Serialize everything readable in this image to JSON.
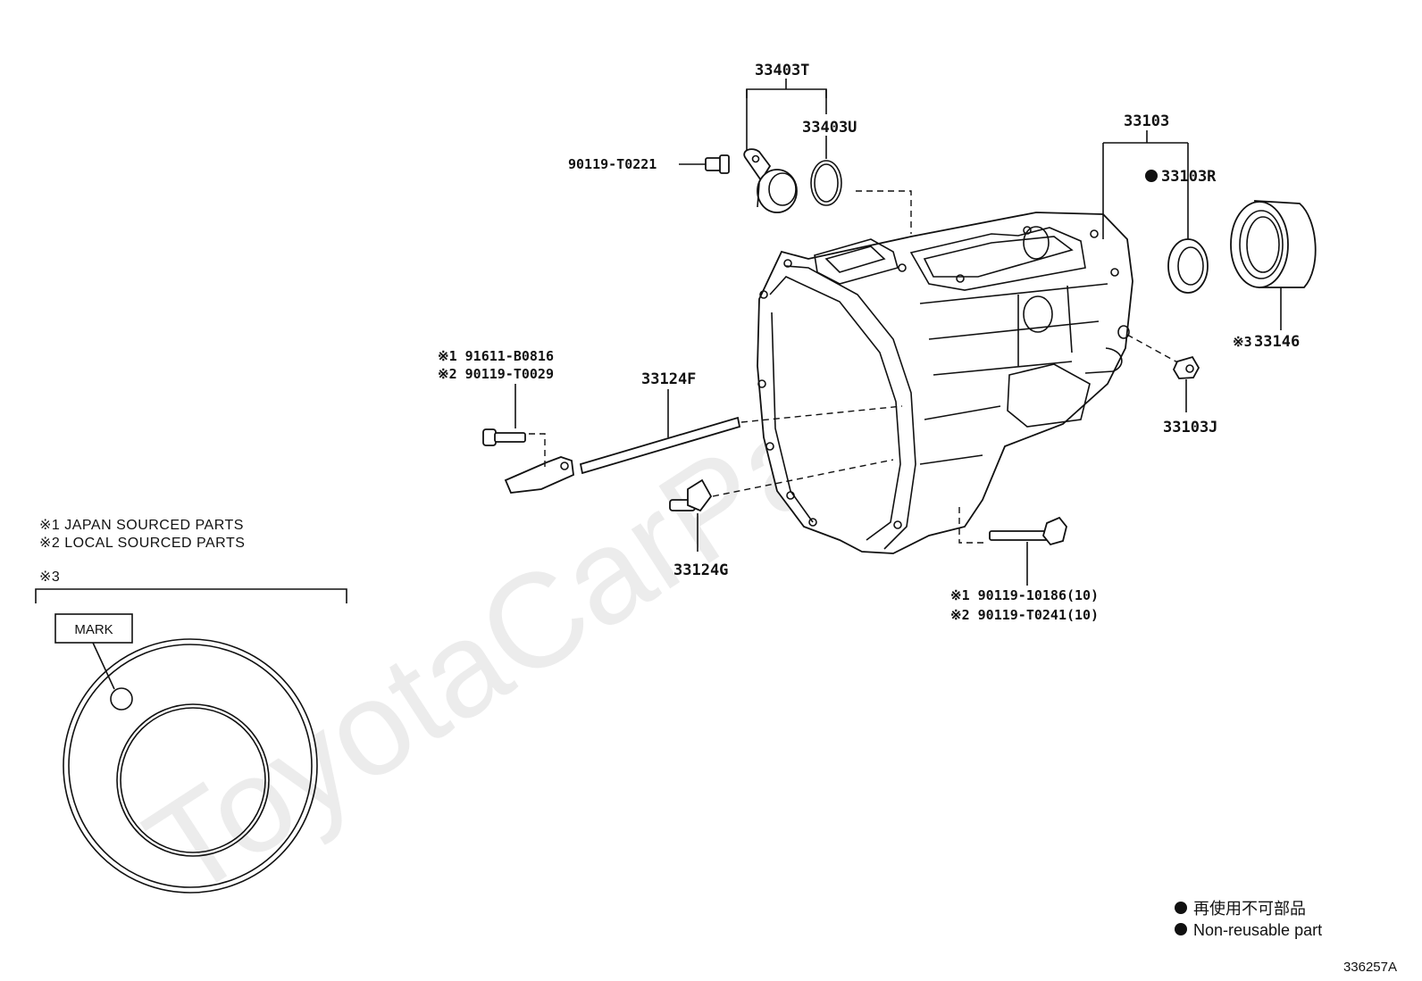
{
  "watermark": "ToyotaCarPar.ru",
  "parts": {
    "p33403T": "33403T",
    "p33403U": "33403U",
    "p90119_T0221": "90119-T0221",
    "p33103": "33103",
    "p33103R": "33103R",
    "p33146": "33146",
    "p33146_prefix": "※3",
    "p33103J": "33103J",
    "p33124F": "33124F",
    "p33124G": "33124G",
    "bolt_a_line1": "※1 91611-B0816",
    "bolt_a_line2": "※2 90119-T0029",
    "bolt_b_line1": "※1 90119-10186(10)",
    "bolt_b_line2": "※2 90119-T0241(10)"
  },
  "notes": {
    "note1": "※1 JAPAN SOURCED PARTS",
    "note2": "※2 LOCAL SOURCED PARTS",
    "note3": "※3",
    "mark": "MARK"
  },
  "legend": {
    "jp": "再使用不可部品",
    "en": "Non-reusable part"
  },
  "figure_id": "336257A",
  "icons": {
    "non_reusable": "filled-circle-icon"
  }
}
